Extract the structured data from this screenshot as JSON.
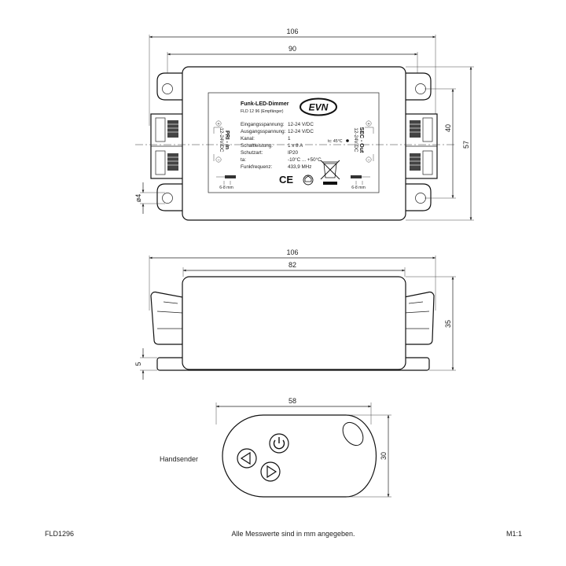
{
  "dimensions": {
    "top_width_outer": "106",
    "top_width_inner": "90",
    "top_height_inner": "40",
    "top_height_outer": "57",
    "hole_diameter": "ø4",
    "side_width_outer": "106",
    "side_width_inner": "82",
    "side_height": "35",
    "side_base": "5",
    "remote_width": "58",
    "remote_height": "30"
  },
  "label": {
    "title": "Funk-LED-Dimmer",
    "subtitle": "FLD 12 96 (Empfänger)",
    "specs": [
      {
        "key": "Eingangsspannung:",
        "value": "12-24 V/DC"
      },
      {
        "key": "Ausgangsspannung:",
        "value": "12-24 V/DC"
      },
      {
        "key": "Kanal:",
        "value": "1"
      },
      {
        "key": "Schaltleistung:",
        "value": "1 x 8 A"
      },
      {
        "key": "Schutzart:",
        "value": "IP20"
      },
      {
        "key": "ta:",
        "value": "-10°C ... +50°C"
      },
      {
        "key": "Funkfrequenz:",
        "value": "433,9 MHz"
      }
    ],
    "tc": "tc: 45°C",
    "pri_title": "PRI - In",
    "pri_voltage": "12-24V/DC",
    "sec_title": "SEC - Out",
    "sec_voltage": "12-24V/DC",
    "strip_left": "6-8 mm",
    "strip_right": "6-8 mm",
    "logo": "EVN",
    "ce": "CE",
    "plus": "+",
    "minus": "−"
  },
  "remote_label": "Handsender",
  "footer": {
    "left": "FLD1296",
    "center": "Alle Messwerte sind in mm angegeben.",
    "right": "M1:1"
  }
}
